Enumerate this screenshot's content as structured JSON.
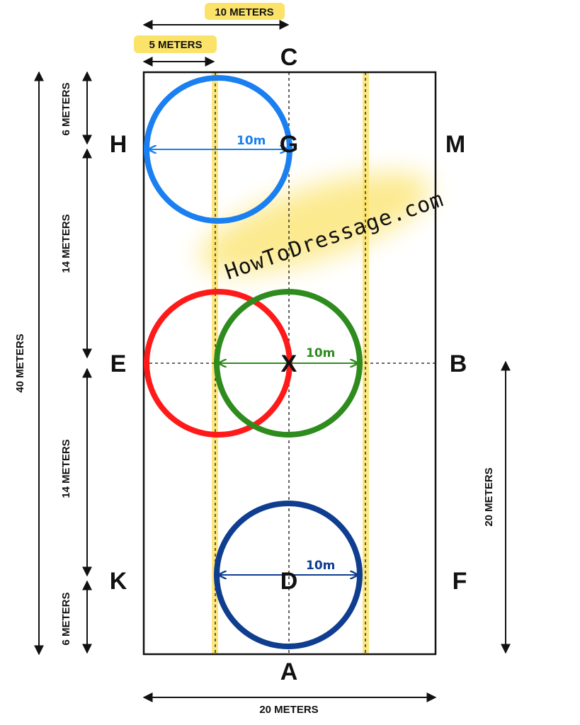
{
  "arena": {
    "letters": {
      "C": "C",
      "H": "H",
      "G": "G",
      "M": "M",
      "E": "E",
      "X": "X",
      "B": "B",
      "K": "K",
      "D": "D",
      "F": "F",
      "A": "A"
    }
  },
  "dimensions": {
    "top_10": "10 METERS",
    "top_5": "5 METERS",
    "left_total": "40 METERS",
    "left_seg1": "6 METERS",
    "left_seg2": "14 METERS",
    "left_seg3": "14 METERS",
    "left_seg4": "6 METERS",
    "bottom_width": "20 METERS",
    "right_half": "20 METERS"
  },
  "circles": {
    "light_blue": {
      "label": "10m",
      "color": "#1a7ff0"
    },
    "red": {
      "color": "#ff1a1a"
    },
    "green": {
      "label": "10m",
      "color": "#2e8b1e"
    },
    "navy": {
      "label": "10m",
      "color": "#0f3d8f"
    }
  },
  "watermark": "HowToDressage.com",
  "colors": {
    "highlight": "#fbe36a",
    "line": "#111111"
  }
}
